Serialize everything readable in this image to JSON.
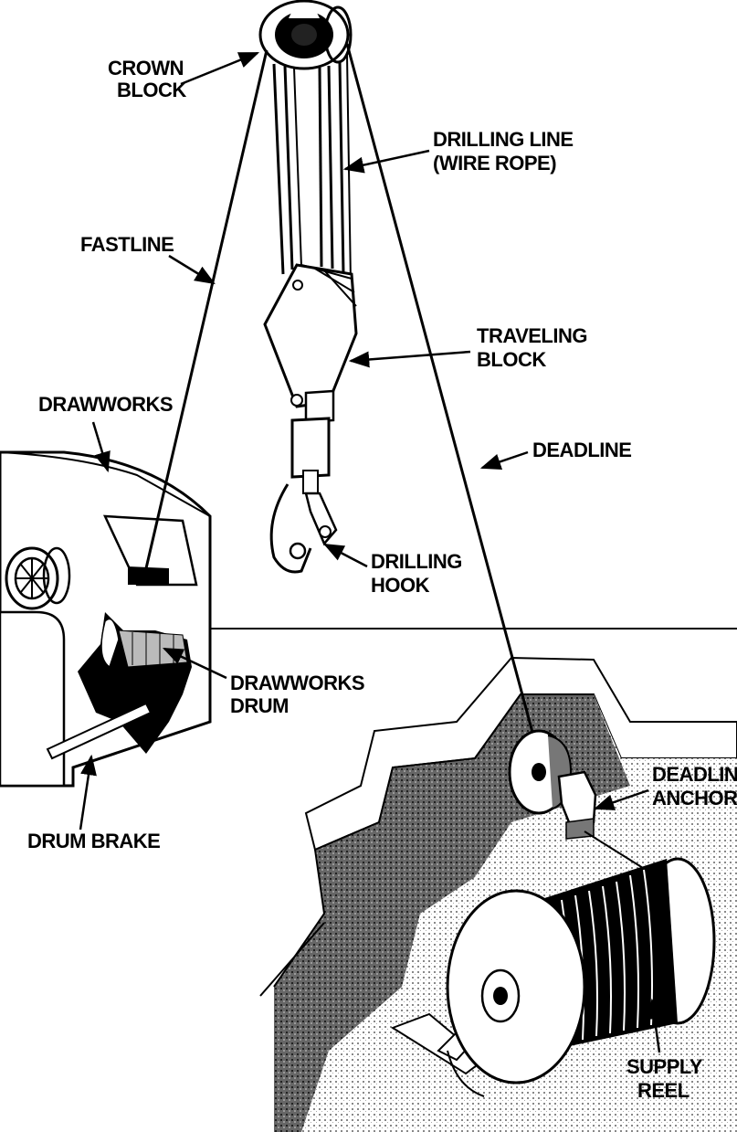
{
  "labels": {
    "crown_block": [
      "CROWN",
      "BLOCK"
    ],
    "drilling_line": [
      "DRILLING LINE",
      "(WIRE ROPE)"
    ],
    "fastline": "FASTLINE",
    "traveling_block": [
      "TRAVELING",
      "BLOCK"
    ],
    "drawworks": "DRAWWORKS",
    "deadline": "DEADLINE",
    "drilling_hook": [
      "DRILLING",
      "HOOK"
    ],
    "drawworks_drum": [
      "DRAWWORKS",
      "DRUM"
    ],
    "deadline_anchor": [
      "DEADLINE",
      "ANCHOR"
    ],
    "drum_brake": "DRUM BRAKE",
    "supply_reel": [
      "SUPPLY",
      "REEL"
    ]
  },
  "colors": {
    "ink": "#000000",
    "paper": "#ffffff",
    "shade_dark": "#1a1a1a",
    "shade_mid": "#555555",
    "shade_light": "#bbbbbb"
  }
}
